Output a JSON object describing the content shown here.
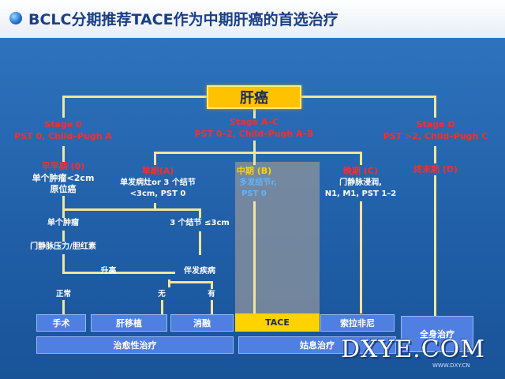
{
  "title": "BCLC分期推荐TACE作为中期肝癌的首选治疗",
  "root": "肝癌",
  "stage0": {
    "label": "Stage 0",
    "criteria": "PST 0, Child–Pugh A",
    "name": "早早期 (0)",
    "desc1": "单个肿瘤<2cm",
    "desc2": "原位癌"
  },
  "stageAC": {
    "label": "Stage A–C",
    "criteria": "PST 0–2, Child–Pugh A–B"
  },
  "stageD": {
    "label": "Stage D",
    "criteria": "PST >2, Child–Pugh C",
    "name": "终末期 (D)"
  },
  "early": {
    "name": "早期(A)",
    "desc1": "单发病灶or 3 个结节",
    "desc2": "<3cm, PST 0"
  },
  "intermediate": {
    "name": "中期 (B)",
    "desc1": "多发结节r,",
    "desc2": "PST 0"
  },
  "advanced": {
    "name": "晚期 (C)",
    "desc1": "门静脉浸润,",
    "desc2": "N1, M1, PST 1–2"
  },
  "branches": {
    "single": "单个肿瘤",
    "three": "3 个结节 ≤3cm",
    "portal": "门静脉压力/胆红素",
    "increased": "升高",
    "comorbid": "伴发疾病",
    "normal": "正常",
    "no": "无",
    "yes": "有"
  },
  "treatments": {
    "surgery": "手术",
    "transplant": "肝移植",
    "ablation": "消融",
    "tace": "TACE",
    "sorafenib": "索拉非尼",
    "systemic": "全身治疗"
  },
  "groups": {
    "curative": "治愈性治疗",
    "palliative": "姑息治疗"
  },
  "watermark": {
    "text": "DXYE.COM",
    "sub": "WWW.DXY.CN"
  },
  "colors": {
    "background": "#1e5ea5",
    "stage_red": "#ff2b2b",
    "root_yellow": "#ffc200",
    "connector": "#f3e59a",
    "treatment_box": "#4f7fe0"
  }
}
